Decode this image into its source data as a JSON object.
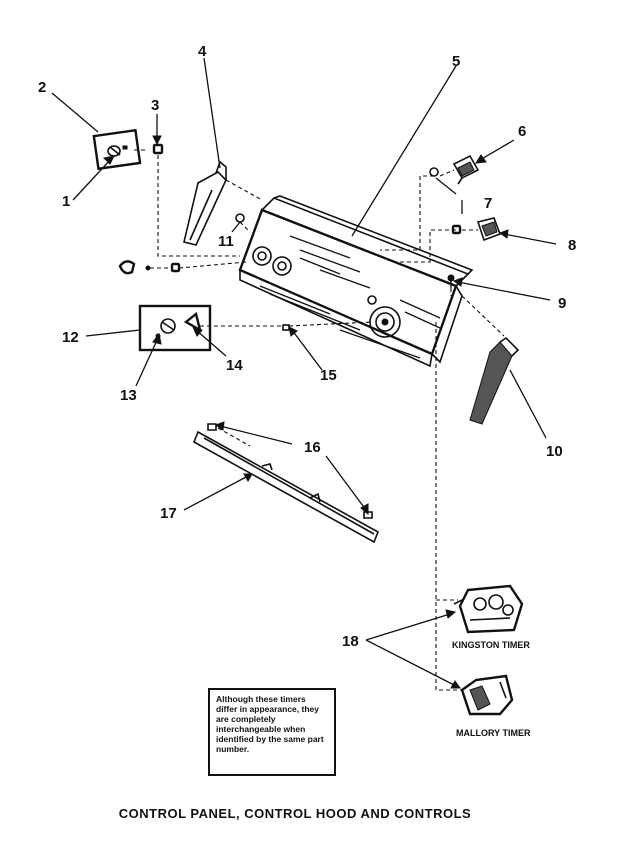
{
  "callouts": [
    "1",
    "2",
    "3",
    "4",
    "5",
    "6",
    "7",
    "8",
    "9",
    "10",
    "11",
    "12",
    "13",
    "14",
    "15",
    "16",
    "17",
    "18"
  ],
  "labels": {
    "kingston_timer": "KINGSTON TIMER",
    "mallory_timer": "MALLORY TIMER"
  },
  "note": "Although these timers differ in appearance, they are completely interchangeable when identified by the same part number.",
  "caption": "CONTROL PANEL, CONTROL HOOD AND CONTROLS"
}
